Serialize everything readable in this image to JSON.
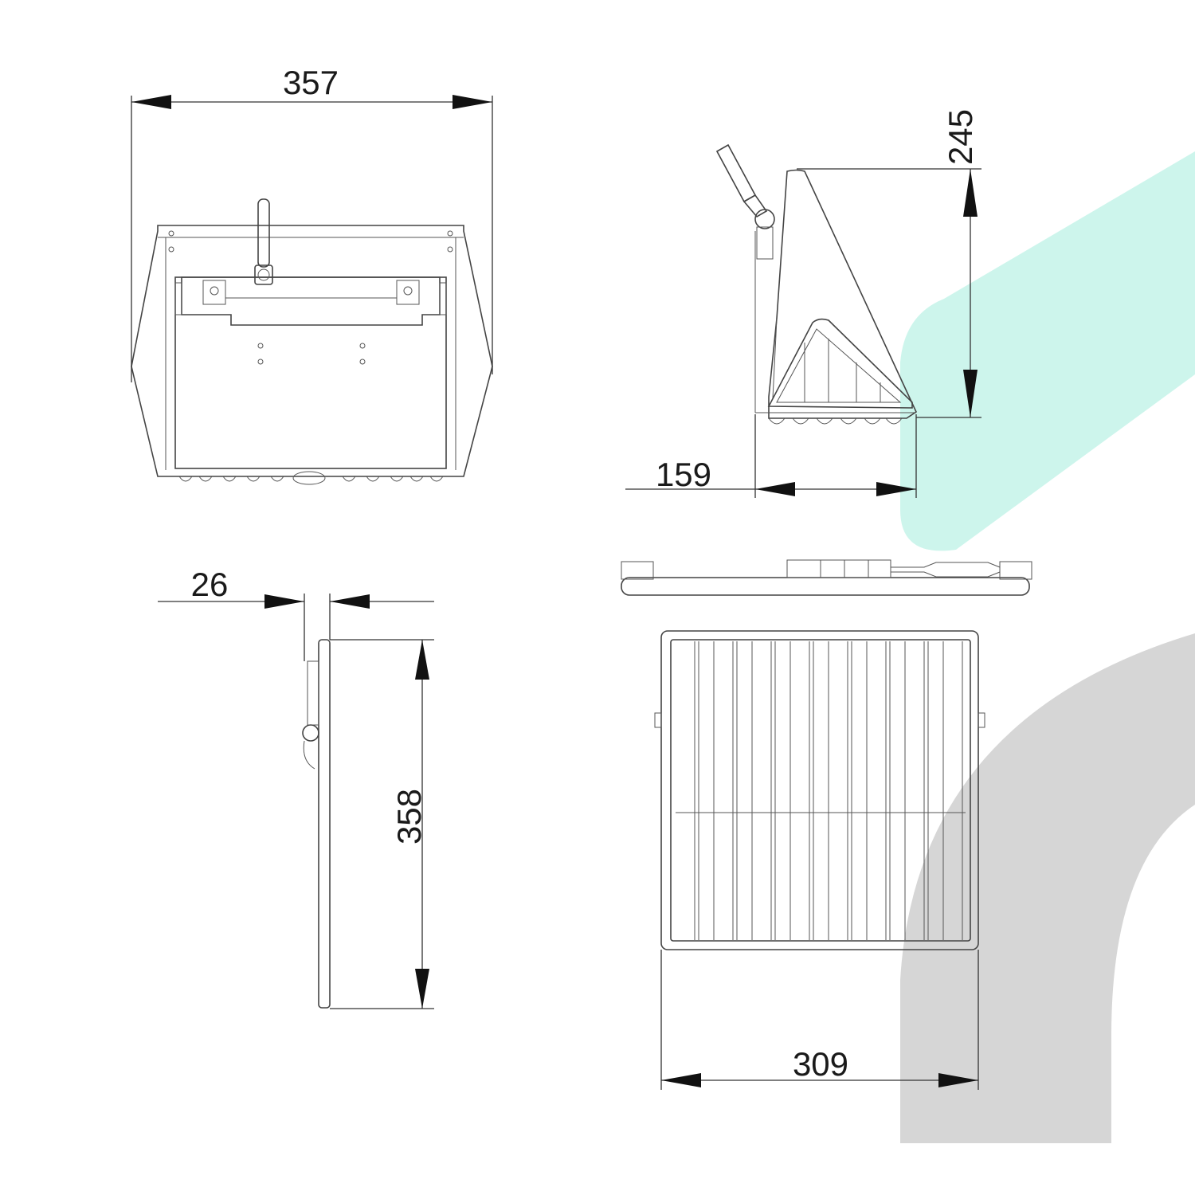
{
  "colors": {
    "background": "#ffffff",
    "line": "#444444",
    "accent_mint": "#cdf5ec",
    "accent_grey": "#d6d6d6"
  },
  "dimensions": {
    "lamp_width": "357",
    "lamp_side_height": "245",
    "lamp_side_depth": "159",
    "panel_thickness": "26",
    "panel_height": "358",
    "panel_width": "309"
  }
}
